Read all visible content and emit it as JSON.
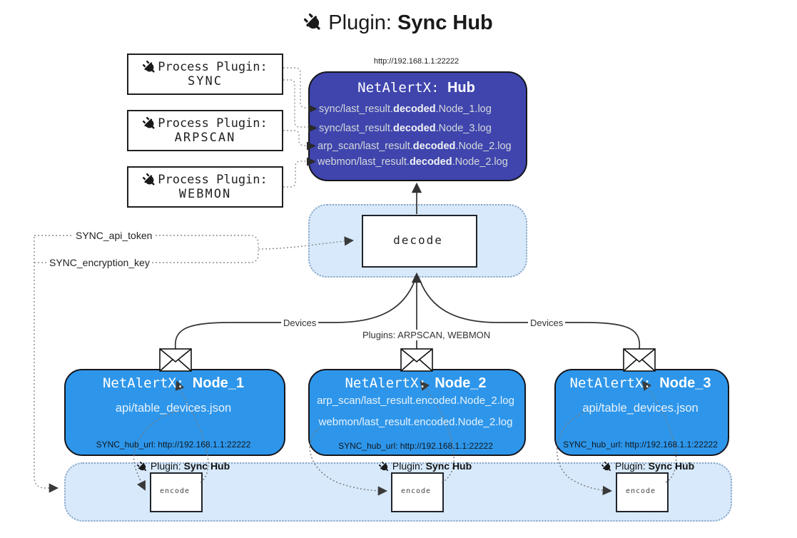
{
  "title": {
    "prefix": "Plugin:",
    "name": "Sync Hub"
  },
  "process_plugins": [
    {
      "heading": "Process Plugin:",
      "name": "SYNC"
    },
    {
      "heading": "Process Plugin:",
      "name": "ARPSCAN"
    },
    {
      "heading": "Process Plugin:",
      "name": "WEBMON"
    }
  ],
  "hub": {
    "url": "http://192.168.1.1:22222",
    "title_prefix": "NetAlertX:",
    "title_name": "Hub",
    "logs": [
      {
        "pre": "sync/last_result.",
        "bold": "decoded",
        "post": ".Node_1.log"
      },
      {
        "pre": "sync/last_result.",
        "bold": "decoded",
        "post": ".Node_3.log"
      },
      {
        "pre": "arp_scan/last_result.",
        "bold": "decoded",
        "post": ".Node_2.log"
      },
      {
        "pre": "webmon/last_result.",
        "bold": "decoded",
        "post": ".Node_2.log"
      }
    ]
  },
  "decode": {
    "label": "decode"
  },
  "config": {
    "api_token": "SYNC_api_token",
    "encryption_key": "SYNC_encryption_key"
  },
  "edge_labels": {
    "devices_left": "Devices",
    "plugins_center": "Plugins: ARPSCAN, WEBMON",
    "devices_right": "Devices"
  },
  "nodes": [
    {
      "title_prefix": "NetAlertX:",
      "title_name": "Node_1",
      "files": [
        "api/table_devices.json"
      ],
      "hub_url": "SYNC_hub_url: http://192.168.1.1:22222"
    },
    {
      "title_prefix": "NetAlertX:",
      "title_name": "Node_2",
      "files": [
        "arp_scan/last_result.encoded.Node_2.log",
        "webmon/last_result.encoded.Node_2.log"
      ],
      "hub_url": "SYNC_hub_url: http://192.168.1.1:22222"
    },
    {
      "title_prefix": "NetAlertX:",
      "title_name": "Node_3",
      "files": [
        "api/table_devices.json"
      ],
      "hub_url": "SYNC_hub_url: http://192.168.1.1:22222"
    }
  ],
  "encoders": [
    {
      "plugin_prefix": "Plugin:",
      "plugin_name": "Sync Hub",
      "label": "encode"
    },
    {
      "plugin_prefix": "Plugin:",
      "plugin_name": "Sync Hub",
      "label": "encode"
    },
    {
      "plugin_prefix": "Plugin:",
      "plugin_name": "Sync Hub",
      "label": "encode"
    }
  ],
  "colors": {
    "hub_fill": "#3F45AD",
    "node_fill": "#2E96EA",
    "container_fill": "#D7E9FB",
    "container_border": "#8BA6C4",
    "line": "#333333"
  }
}
